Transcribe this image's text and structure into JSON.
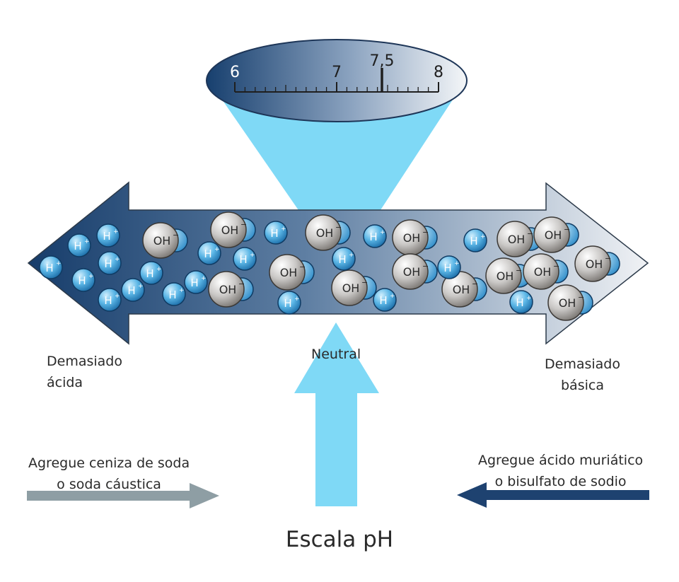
{
  "gauge": {
    "ticks": [
      "6",
      "7",
      "7,5",
      "8"
    ]
  },
  "arrow": {
    "left_label": [
      "Demasiado",
      "ácida"
    ],
    "center_label": "Neutral",
    "right_label": [
      "Demasiado",
      "básica"
    ]
  },
  "molecules": {
    "h_label": "H",
    "h_charge": "+",
    "oh_label": "OH",
    "oh_charge": "−"
  },
  "adjustments": {
    "raise": [
      "Agregue ceniza de soda",
      "o soda cáustica"
    ],
    "lower": [
      "Agregue ácido muriático",
      "o bisulfato de sodio"
    ]
  },
  "caption": "Escala pH",
  "colors": {
    "dark_blue": "#1e4270",
    "light_cyan": "#7fd9f6",
    "gray_arrow": "#8e9ea4"
  }
}
